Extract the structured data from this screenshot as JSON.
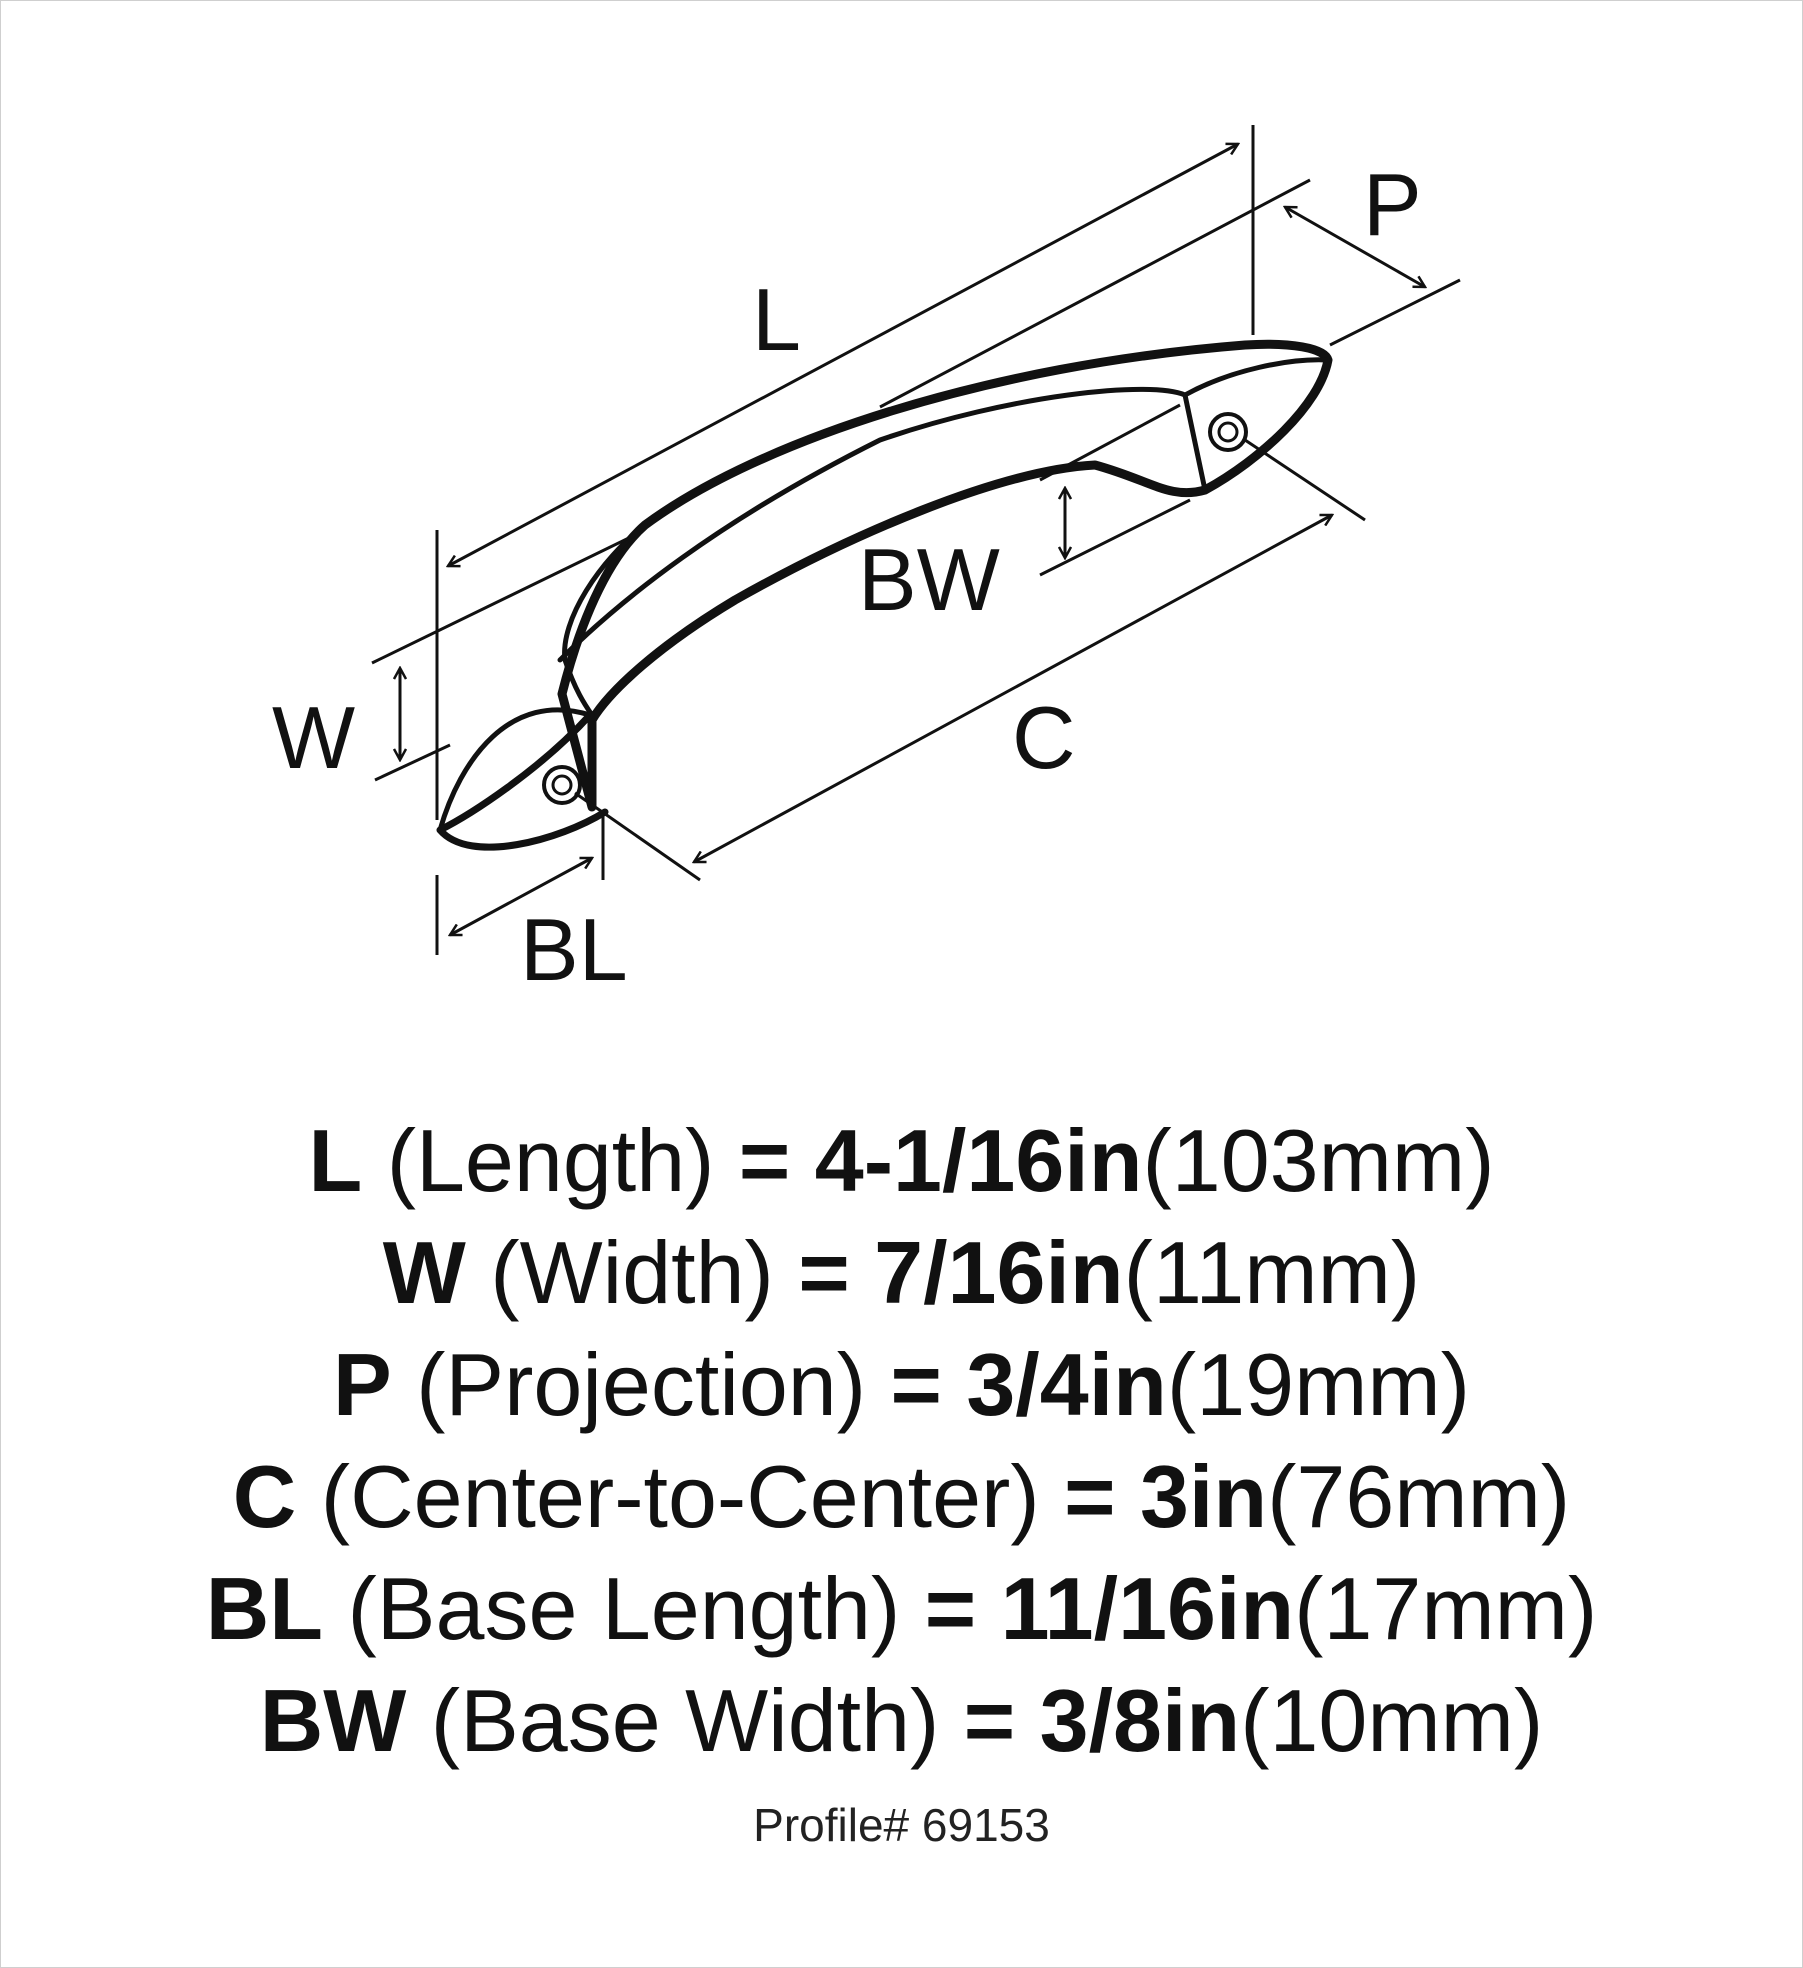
{
  "diagram": {
    "labels": {
      "L": "L",
      "P": "P",
      "BW": "BW",
      "W": "W",
      "C": "C",
      "BL": "BL"
    }
  },
  "specs": [
    {
      "code": "L",
      "name": "(Length)",
      "eq": "=",
      "value": "4-1/16in",
      "metric": "(103mm)"
    },
    {
      "code": "W",
      "name": "(Width)",
      "eq": "=",
      "value": "7/16in",
      "metric": "(11mm)"
    },
    {
      "code": "P",
      "name": "(Projection)",
      "eq": "=",
      "value": "3/4in",
      "metric": "(19mm)"
    },
    {
      "code": "C",
      "name": "(Center-to-Center)",
      "eq": "=",
      "value": "3in",
      "metric": "(76mm)"
    },
    {
      "code": "BL",
      "name": "(Base Length)",
      "eq": "=",
      "value": "11/16in",
      "metric": "(17mm)"
    },
    {
      "code": "BW",
      "name": "(Base Width)",
      "eq": "=",
      "value": "3/8in",
      "metric": "(10mm)"
    }
  ],
  "profile": "Profile# 69153"
}
